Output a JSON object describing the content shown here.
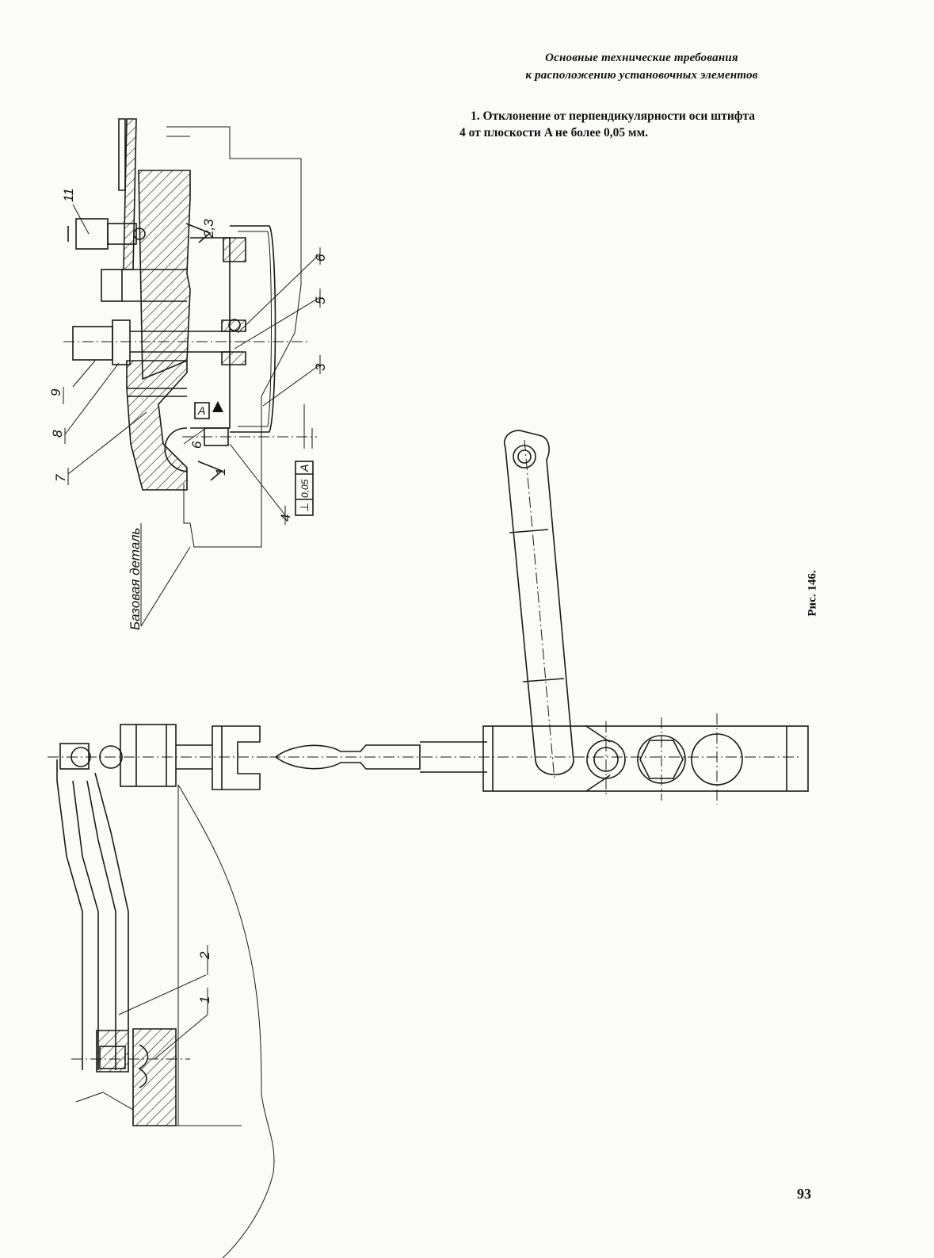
{
  "requirements": {
    "heading_line1": "Основные технические требования",
    "heading_line2": "к расположению установочных элементов",
    "item1_line1": "1. Отклонение от перпендикулярности оси штифта",
    "item1_line2": "4 от плоскости A не более 0,05 мм."
  },
  "figure": {
    "caption": "Рис. 146.",
    "base_part_label": "Базовая деталь",
    "callouts": [
      "11",
      "9",
      "8",
      "7",
      "6",
      "5",
      "3",
      "4",
      "2",
      "1"
    ],
    "roughness_marks": [
      "2,3",
      "1"
    ],
    "datum_label": "A",
    "tolerance_frame": {
      "symbol": "⊥",
      "value": "0,05",
      "datum": "A"
    },
    "dimension": "6"
  },
  "page_number": "93"
}
